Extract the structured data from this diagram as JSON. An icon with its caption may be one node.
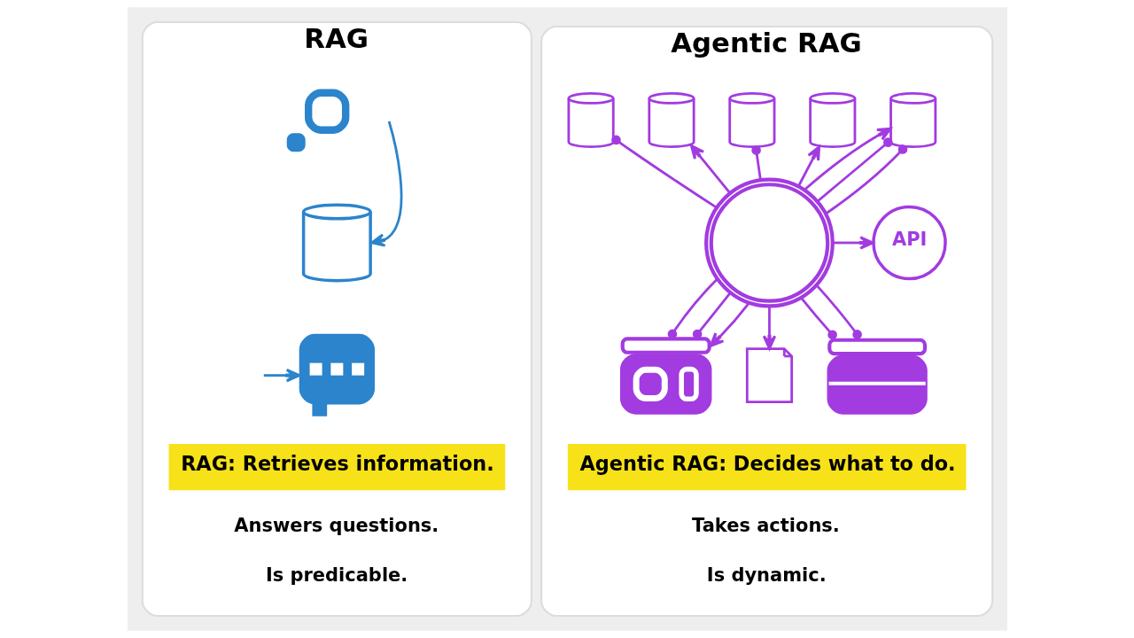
{
  "diagram": {
    "nodes": [
      {
        "text": [
          "RAG"
        ]
      },
      {
        "text": [],
        "shape": "picture",
        "in": 0
      },
      {
        "text": [],
        "shape": "cylinder",
        "in": 0
      },
      {
        "text": [],
        "shape": "picture",
        "in": 0
      },
      {
        "text": [
          "RAG: Retrieves information."
        ],
        "in": 0
      },
      {
        "text": [
          "Agentic RAG"
        ]
      },
      {
        "text": [],
        "shape": "circle",
        "in": 5
      },
      {
        "text": [],
        "shape": "cylinder",
        "in": 5
      },
      {
        "text": [],
        "shape": "cylinder",
        "in": 5
      },
      {
        "text": [],
        "shape": "cylinder",
        "in": 5
      },
      {
        "text": [],
        "shape": "cylinder",
        "in": 5
      },
      {
        "text": [],
        "shape": "cylinder",
        "in": 5
      },
      {
        "text": [
          "API"
        ],
        "in": 5
      },
      {
        "text": [],
        "shape": "picture",
        "in": 5
      },
      {
        "text": [],
        "shape": "picture",
        "in": 5
      },
      {
        "text": [],
        "shape": "picture",
        "in": 5
      },
      {
        "text": [
          "Agentic RAG: Decides what to do."
        ],
        "in": 5
      }
    ],
    "edges": [
      {
        "from": null,
        "to": 2,
        "arrow": "to",
        "color": "#2b84cc"
      },
      {
        "from": null,
        "to": 3,
        "arrow": "to",
        "color": "#2b84cc"
      },
      {
        "from": 6,
        "to": 7,
        "arrow": "other"
      },
      {
        "from": 6,
        "to": 8,
        "arrow": "to"
      },
      {
        "from": 6,
        "to": 9,
        "arrow": "other"
      },
      {
        "from": 6,
        "to": 10,
        "arrow": "to"
      },
      {
        "from": 6,
        "to": 11,
        "arrow": "to"
      },
      {
        "from": 6,
        "to": 11,
        "arrow": "other"
      },
      {
        "from": 6,
        "to": 11,
        "arrow": "other"
      },
      {
        "from": 6,
        "to": 12,
        "arrow": "to"
      },
      {
        "from": 6,
        "to": 13,
        "arrow": "other"
      },
      {
        "from": 6,
        "to": 13,
        "arrow": "other"
      },
      {
        "from": 6,
        "to": 13,
        "arrow": "to"
      },
      {
        "from": 6,
        "to": 14,
        "arrow": "to"
      },
      {
        "from": 6,
        "to": 15,
        "arrow": "other"
      },
      {
        "from": 6,
        "to": 15,
        "arrow": "other"
      }
    ],
    "labels": [
      "Answers questions.",
      "Is predicable.",
      "Takes actions.",
      "Is dynamic."
    ]
  }
}
